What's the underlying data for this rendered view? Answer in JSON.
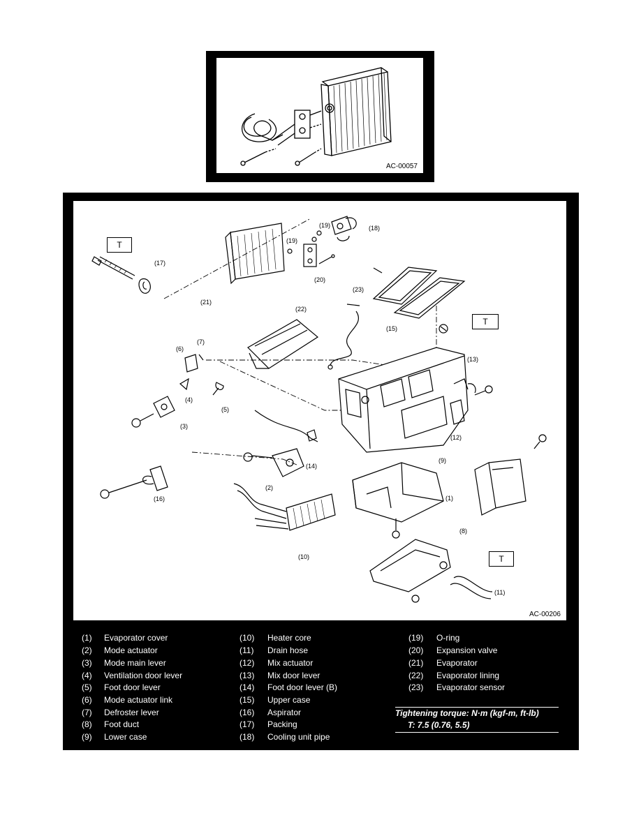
{
  "top_figure": {
    "code": "AC-00057"
  },
  "main_figure": {
    "code": "AC-00206",
    "callouts": {
      "c1": "(1)",
      "c2": "(2)",
      "c3": "(3)",
      "c4": "(4)",
      "c5": "(5)",
      "c6": "(6)",
      "c7": "(7)",
      "c8": "(8)",
      "c9": "(9)",
      "c10": "(10)",
      "c11": "(11)",
      "c12": "(12)",
      "c13": "(13)",
      "c14": "(14)",
      "c15": "(15)",
      "c16": "(16)",
      "c17": "(17)",
      "c18": "(18)",
      "c19a": "(19)",
      "c19b": "(19)",
      "c20": "(20)",
      "c21": "(21)",
      "c22": "(22)",
      "c23": "(23)"
    },
    "torque_marker": "T"
  },
  "legend": {
    "col1": [
      {
        "num": "(1)",
        "name": "Evaporator cover"
      },
      {
        "num": "(2)",
        "name": "Mode actuator"
      },
      {
        "num": "(3)",
        "name": "Mode main lever"
      },
      {
        "num": "(4)",
        "name": "Ventilation door lever"
      },
      {
        "num": "(5)",
        "name": "Foot door lever"
      },
      {
        "num": "(6)",
        "name": "Mode actuator link"
      },
      {
        "num": "(7)",
        "name": "Defroster lever"
      },
      {
        "num": "(8)",
        "name": "Foot duct"
      },
      {
        "num": "(9)",
        "name": "Lower case"
      }
    ],
    "col2": [
      {
        "num": "(10)",
        "name": "Heater core"
      },
      {
        "num": "(11)",
        "name": "Drain hose"
      },
      {
        "num": "(12)",
        "name": "Mix actuator"
      },
      {
        "num": "(13)",
        "name": "Mix door lever"
      },
      {
        "num": "(14)",
        "name": "Foot door lever (B)"
      },
      {
        "num": "(15)",
        "name": "Upper case"
      },
      {
        "num": "(16)",
        "name": "Aspirator"
      },
      {
        "num": "(17)",
        "name": "Packing"
      },
      {
        "num": "(18)",
        "name": "Cooling unit pipe"
      }
    ],
    "col3": [
      {
        "num": "(19)",
        "name": "O-ring"
      },
      {
        "num": "(20)",
        "name": "Expansion valve"
      },
      {
        "num": "(21)",
        "name": "Evaporator"
      },
      {
        "num": "(22)",
        "name": "Evaporator lining"
      },
      {
        "num": "(23)",
        "name": "Evaporator sensor"
      }
    ],
    "torque_title": "Tightening torque: N·m (kgf-m, ft-lb)",
    "torque_value": "T:   7.5 (0.76, 5.5)"
  }
}
